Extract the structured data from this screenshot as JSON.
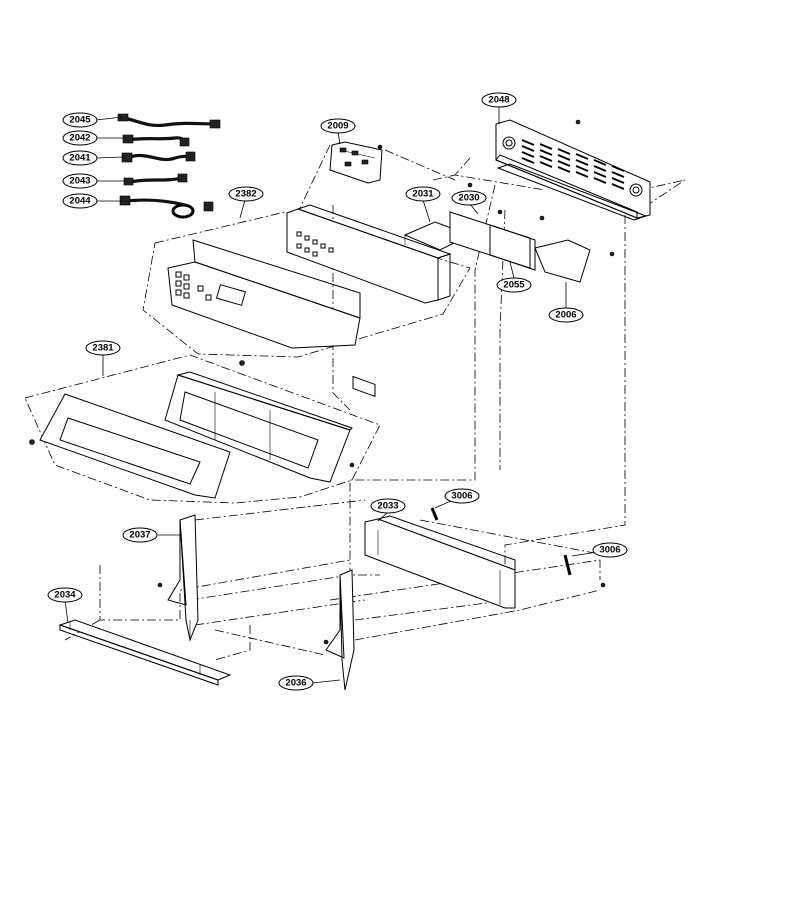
{
  "labels": {
    "p2045": "2045",
    "p2042": "2042",
    "p2041": "2041",
    "p2043": "2043",
    "p2044": "2044",
    "p2009": "2009",
    "p2048": "2048",
    "p2382": "2382",
    "p2031": "2031",
    "p2030": "2030",
    "p2055": "2055",
    "p2006": "2006",
    "p2381": "2381",
    "p2033": "2033",
    "p3006a": "3006",
    "p3006b": "3006",
    "p2037": "2037",
    "p2034": "2034",
    "p2036": "2036"
  }
}
